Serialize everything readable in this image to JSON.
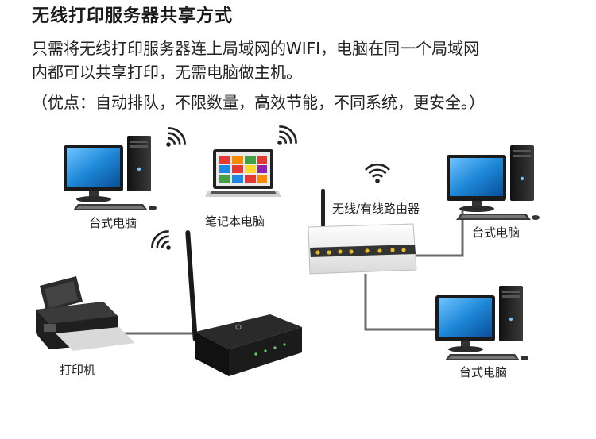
{
  "title": "无线打印服务器共享方式",
  "description": {
    "line1": "只需将无线打印服务器连上局域网的WIFI，电脑在同一个局域网",
    "line2": "内都可以共享打印，无需电脑做主机。"
  },
  "advantages": "（优点：自动排队，不限数量，高效节能，不同系统，更安全。）",
  "devices": {
    "desktop_left": "台式电脑",
    "laptop": "笔记本电脑",
    "router": "无线/有线路由器",
    "desktop_right_top": "台式电脑",
    "desktop_right_bottom": "台式电脑",
    "printer": "打印机"
  },
  "colors": {
    "cable": "#6a6a6a",
    "screen": "#1e88d8",
    "device_dark": "#2a2a2a",
    "router_body": "#f2f2f2"
  }
}
